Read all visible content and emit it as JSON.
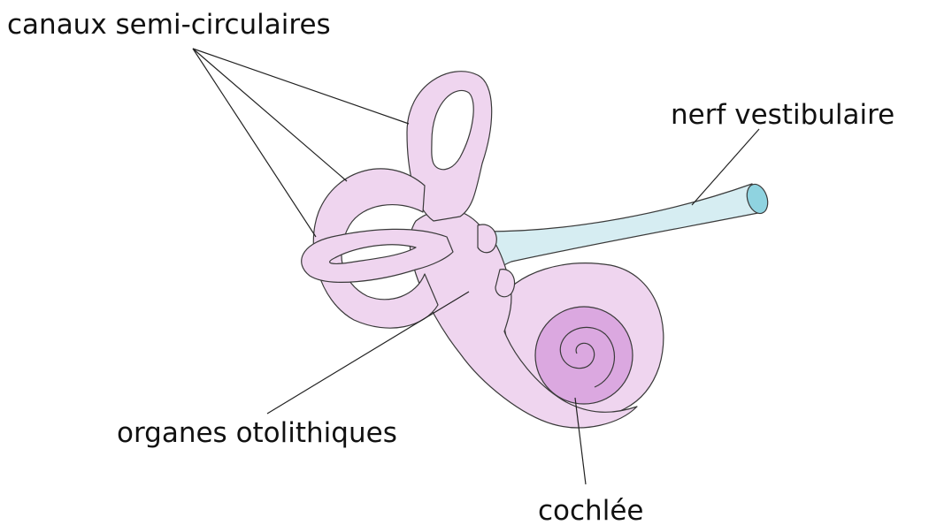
{
  "labels": {
    "semicircular_canals": "canaux semi-circulaires",
    "vestibular_nerve": "nerf vestibulaire",
    "otolith_organs": "organes otolithiques",
    "cochlea": "cochlée"
  },
  "colors": {
    "labyrinth_fill": "#efd5ef",
    "cochlea_inner_fill": "#dba8e0",
    "nerve_fill": "#d6edf2",
    "nerve_end_fill": "#8fd3e0",
    "outline": "#3a3a3a",
    "text": "#111111",
    "background": "#ffffff"
  }
}
